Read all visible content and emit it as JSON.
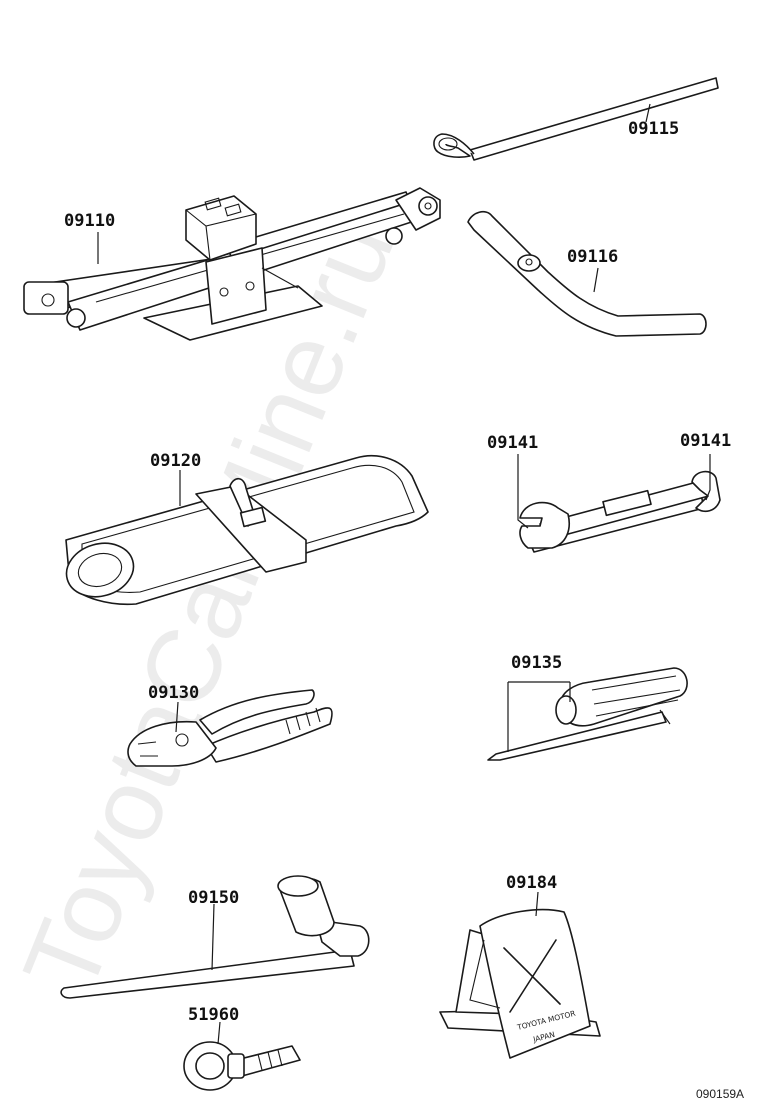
{
  "parts": [
    {
      "id": "jack",
      "number": "09110"
    },
    {
      "id": "jack-handle",
      "number": "09115"
    },
    {
      "id": "jack-handle-extension",
      "number": "09116"
    },
    {
      "id": "tool-bag",
      "number": "09120"
    },
    {
      "id": "wrench-left",
      "number": "09141"
    },
    {
      "id": "wrench-right",
      "number": "09141"
    },
    {
      "id": "pliers",
      "number": "09130"
    },
    {
      "id": "screwdriver",
      "number": "09135"
    },
    {
      "id": "wheel-nut-wrench",
      "number": "09150"
    },
    {
      "id": "towing-eye",
      "number": "51960"
    },
    {
      "id": "warning-triangle",
      "number": "09184"
    }
  ],
  "triangle_markings": {
    "line1": "TOYOTA MOTOR",
    "line2": "JAPAN"
  },
  "diagram_ref": "090159A",
  "watermark": "ToyotaCarMine.ru"
}
